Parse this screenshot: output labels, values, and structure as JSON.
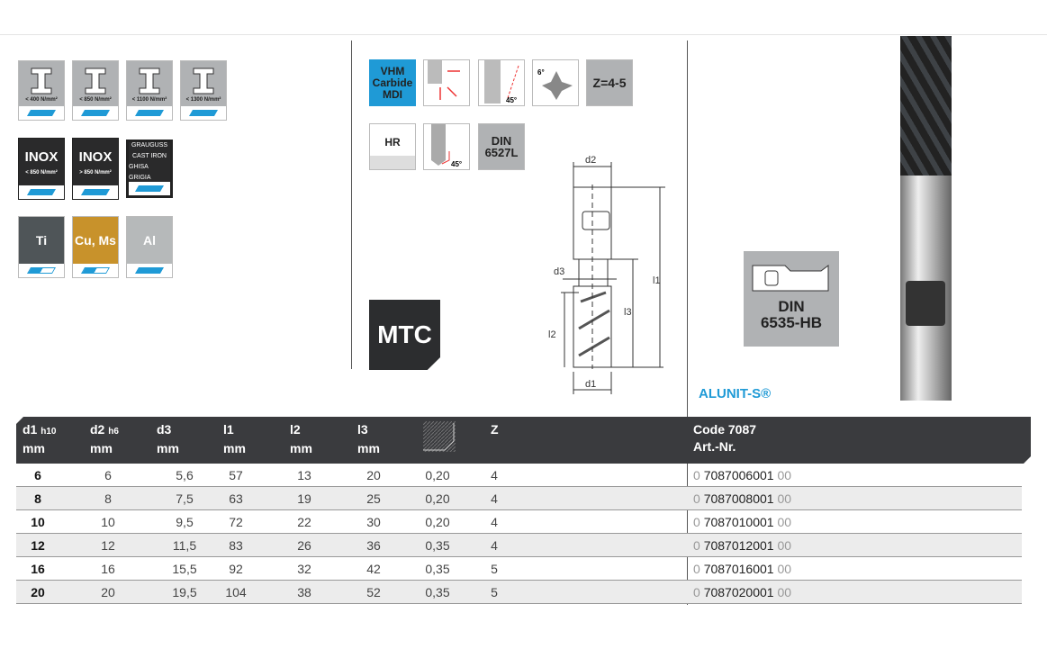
{
  "materials": {
    "steel": [
      {
        "label": "< 400 N/mm²"
      },
      {
        "label": "< 850 N/mm²"
      },
      {
        "label": "< 1100 N/mm²"
      },
      {
        "label": "< 1300 N/mm²"
      }
    ],
    "inox": [
      {
        "title": "INOX",
        "label": "< 850 N/mm²"
      },
      {
        "title": "INOX",
        "label": "> 850 N/mm²"
      }
    ],
    "castiron": [
      "GRAUGUSS",
      "CAST IRON",
      "GHISA GRIGIA"
    ],
    "other": [
      {
        "label": "Ti",
        "color": "#4f5558",
        "fill": "half"
      },
      {
        "label": "Cu, Ms",
        "color": "#c8922b",
        "fill": "half"
      },
      {
        "label": "Al",
        "color": "#b6b9ba",
        "fill": "full"
      }
    ]
  },
  "features": {
    "vhm": [
      "VHM",
      "Carbide",
      "MDI"
    ],
    "z": "Z=4-5",
    "hr": "HR",
    "din": [
      "DIN",
      "6527L"
    ],
    "angle45": "45°",
    "angle6": "6°"
  },
  "badge": "MTC",
  "drawing": {
    "d1": "d1",
    "d2": "d2",
    "d3": "d3",
    "l1": "l1",
    "l2": "l2",
    "l3": "l3"
  },
  "shank": {
    "din": [
      "DIN",
      "6535-HB"
    ]
  },
  "brand": "ALUNIT-S®",
  "table": {
    "headers": [
      {
        "main": "d1",
        "sub": "h10",
        "unit": "mm"
      },
      {
        "main": "d2",
        "sub": "h6",
        "unit": "mm"
      },
      {
        "main": "d3",
        "sub": "",
        "unit": "mm"
      },
      {
        "main": "l1",
        "sub": "",
        "unit": "mm"
      },
      {
        "main": "l2",
        "sub": "",
        "unit": "mm"
      },
      {
        "main": "l3",
        "sub": "",
        "unit": "mm"
      },
      {
        "main": "",
        "sub": "",
        "unit": ""
      },
      {
        "main": "Z",
        "sub": "",
        "unit": ""
      }
    ],
    "code_header": [
      "Code 7087",
      "Art.-Nr."
    ],
    "rows": [
      {
        "d1": "6",
        "d2": "6",
        "d3": "5,6",
        "l1": "57",
        "l2": "13",
        "l3": "20",
        "chamfer": "0,20",
        "z": "4",
        "pre": "0",
        "code": "7087006001",
        "suf": "00"
      },
      {
        "d1": "8",
        "d2": "8",
        "d3": "7,5",
        "l1": "63",
        "l2": "19",
        "l3": "25",
        "chamfer": "0,20",
        "z": "4",
        "pre": "0",
        "code": "7087008001",
        "suf": "00"
      },
      {
        "d1": "10",
        "d2": "10",
        "d3": "9,5",
        "l1": "72",
        "l2": "22",
        "l3": "30",
        "chamfer": "0,20",
        "z": "4",
        "pre": "0",
        "code": "7087010001",
        "suf": "00"
      },
      {
        "d1": "12",
        "d2": "12",
        "d3": "11,5",
        "l1": "83",
        "l2": "26",
        "l3": "36",
        "chamfer": "0,35",
        "z": "4",
        "pre": "0",
        "code": "7087012001",
        "suf": "00"
      },
      {
        "d1": "16",
        "d2": "16",
        "d3": "15,5",
        "l1": "92",
        "l2": "32",
        "l3": "42",
        "chamfer": "0,35",
        "z": "5",
        "pre": "0",
        "code": "7087016001",
        "suf": "00"
      },
      {
        "d1": "20",
        "d2": "20",
        "d3": "19,5",
        "l1": "104",
        "l2": "38",
        "l3": "52",
        "chamfer": "0,35",
        "z": "5",
        "pre": "0",
        "code": "7087020001",
        "suf": "00"
      }
    ]
  }
}
